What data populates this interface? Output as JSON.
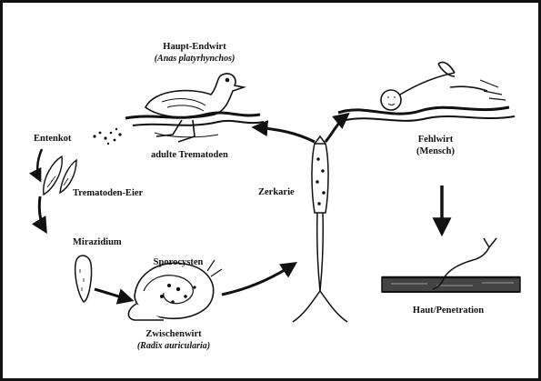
{
  "labels": {
    "main_host": "Haupt-Endwirt",
    "main_host_species": "(Anas platyrhynchos)",
    "duck_feces": "Entenkot",
    "adult_trematodes": "adulte Trematoden",
    "trematode_eggs": "Trematoden-Eier",
    "miracidium": "Mirazidium",
    "sporocysts": "Sporocysten",
    "intermediate_host": "Zwischenwirt",
    "intermediate_host_species": "(Radix auricularia)",
    "cercaria": "Zerkarie",
    "accidental_host": "Fehlwirt",
    "accidental_host_note": "(Mensch)",
    "skin_penetration": "Haut/Penetration"
  },
  "colors": {
    "ink": "#111111",
    "background": "#ffffff"
  },
  "icons": [
    "duck-icon",
    "swimmer-icon",
    "cercaria-icon",
    "snail-icon",
    "egg-icon",
    "miracidium-icon",
    "skin-penetration-icon"
  ]
}
